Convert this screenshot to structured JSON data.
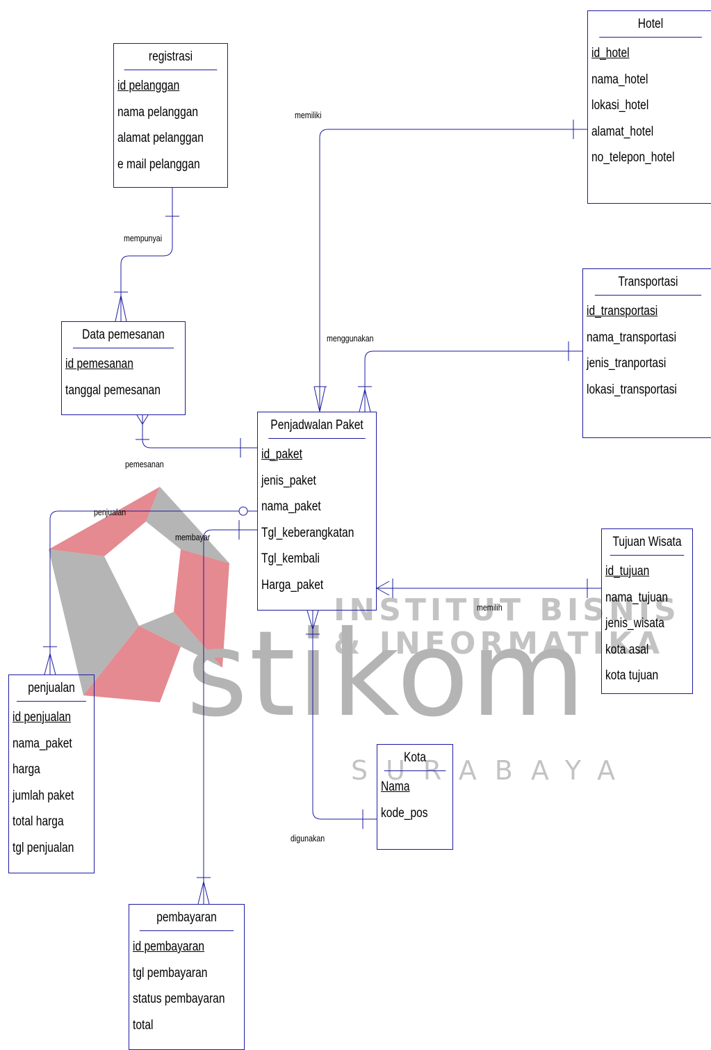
{
  "watermark": {
    "line1": "INSTITUT BISNIS",
    "line2": "& INFORMATIKA",
    "brand": "stikom",
    "city": "SURABAYA"
  },
  "entities": {
    "registrasi": {
      "title": "registrasi",
      "fields": [
        "id pelanggan",
        "nama pelanggan",
        "alamat pelanggan",
        "e mail pelanggan"
      ]
    },
    "hotel": {
      "title": "Hotel",
      "fields": [
        "id_hotel",
        "nama_hotel",
        "lokasi_hotel",
        "alamat_hotel",
        "no_telepon_hotel"
      ]
    },
    "transportasi": {
      "title": "Transportasi",
      "fields": [
        "id_transportasi",
        "nama_transportasi",
        "jenis_tranportasi",
        "lokasi_transportasi"
      ]
    },
    "data_pemesanan": {
      "title": "Data pemesanan",
      "fields": [
        "id pemesanan",
        "tanggal pemesanan"
      ]
    },
    "penjadwalan_paket": {
      "title": "Penjadwalan Paket",
      "fields": [
        "id_paket",
        "jenis_paket",
        "nama_paket",
        "Tgl_keberangkatan",
        "Tgl_kembali",
        "Harga_paket"
      ]
    },
    "tujuan_wisata": {
      "title": "Tujuan Wisata",
      "fields": [
        "id_tujuan",
        "nama_tujuan",
        "jenis_wisata",
        "kota asal",
        "kota tujuan"
      ]
    },
    "penjualan": {
      "title": "penjualan",
      "fields": [
        "id penjualan",
        "nama_paket",
        "harga",
        "jumlah paket",
        "total harga",
        "tgl penjualan"
      ]
    },
    "kota": {
      "title": "Kota",
      "fields": [
        "Nama",
        "kode_pos"
      ]
    },
    "pembayaran": {
      "title": "pembayaran",
      "fields": [
        "id pembayaran",
        "tgl pembayaran",
        "status pembayaran",
        "total"
      ]
    }
  },
  "relationships": {
    "memiliki": "memiliki",
    "mempunyai": "mempunyai",
    "menggunakan": "menggunakan",
    "pemesanan": "pemesanan",
    "penjualan": "penjualan",
    "membayar": "membayar",
    "memilih": "memilih",
    "digunakan": "digunakan"
  },
  "colors": {
    "line": "#1a1aa0",
    "logo_red": "#e1757d",
    "logo_gray": "#a8a8a8",
    "watermark_text": "#c3c3c3"
  }
}
